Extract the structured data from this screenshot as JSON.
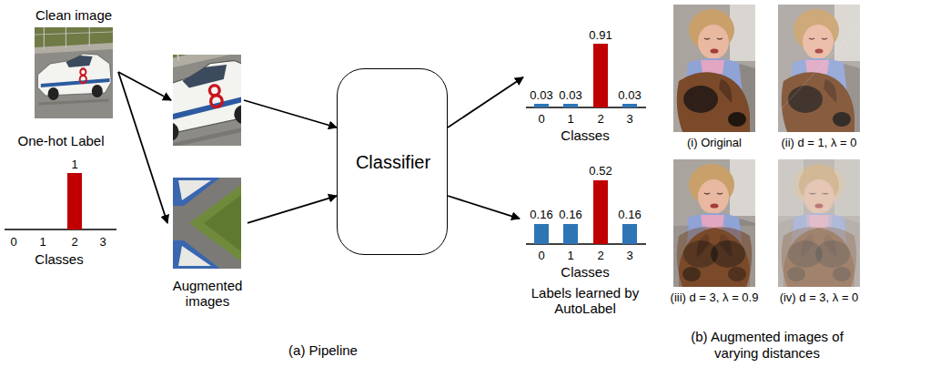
{
  "diagram": {
    "nodes": [
      {
        "text": [
          "Clean image"
        ]
      },
      {
        "text": [
          "One-hot Label",
          "1",
          "0",
          "1",
          "2",
          "3",
          "Classes"
        ]
      },
      {
        "text": [
          "Augmented images"
        ]
      },
      {
        "text": [
          "Classifier"
        ]
      },
      {
        "text": [
          "0.03",
          "0.03",
          "0.91",
          "0.03",
          "0",
          "1",
          "2",
          "3",
          "Classes"
        ]
      },
      {
        "text": [
          "0.16",
          "0.16",
          "0.52",
          "0.16",
          "0",
          "1",
          "2",
          "3",
          "Classes",
          "Labels learned by AutoLabel"
        ]
      },
      {
        "text": [
          "(i) Original"
        ]
      },
      {
        "text": [
          "(ii) d = 1, λ = 0"
        ]
      },
      {
        "text": [
          "(iii) d = 3, λ = 0.9"
        ]
      },
      {
        "text": [
          "(iv) d = 3, λ = 0"
        ]
      }
    ],
    "edges": [
      {
        "from": 0,
        "to": 2,
        "arrow": "to"
      },
      {
        "from": 2,
        "to": 3,
        "arrow": "to"
      },
      {
        "from": 3,
        "to": 4,
        "arrow": "to"
      },
      {
        "from": 3,
        "to": 5,
        "arrow": "to"
      }
    ],
    "labels": [
      "(a) Pipeline",
      "(b) Augmented images of varying distances"
    ]
  }
}
